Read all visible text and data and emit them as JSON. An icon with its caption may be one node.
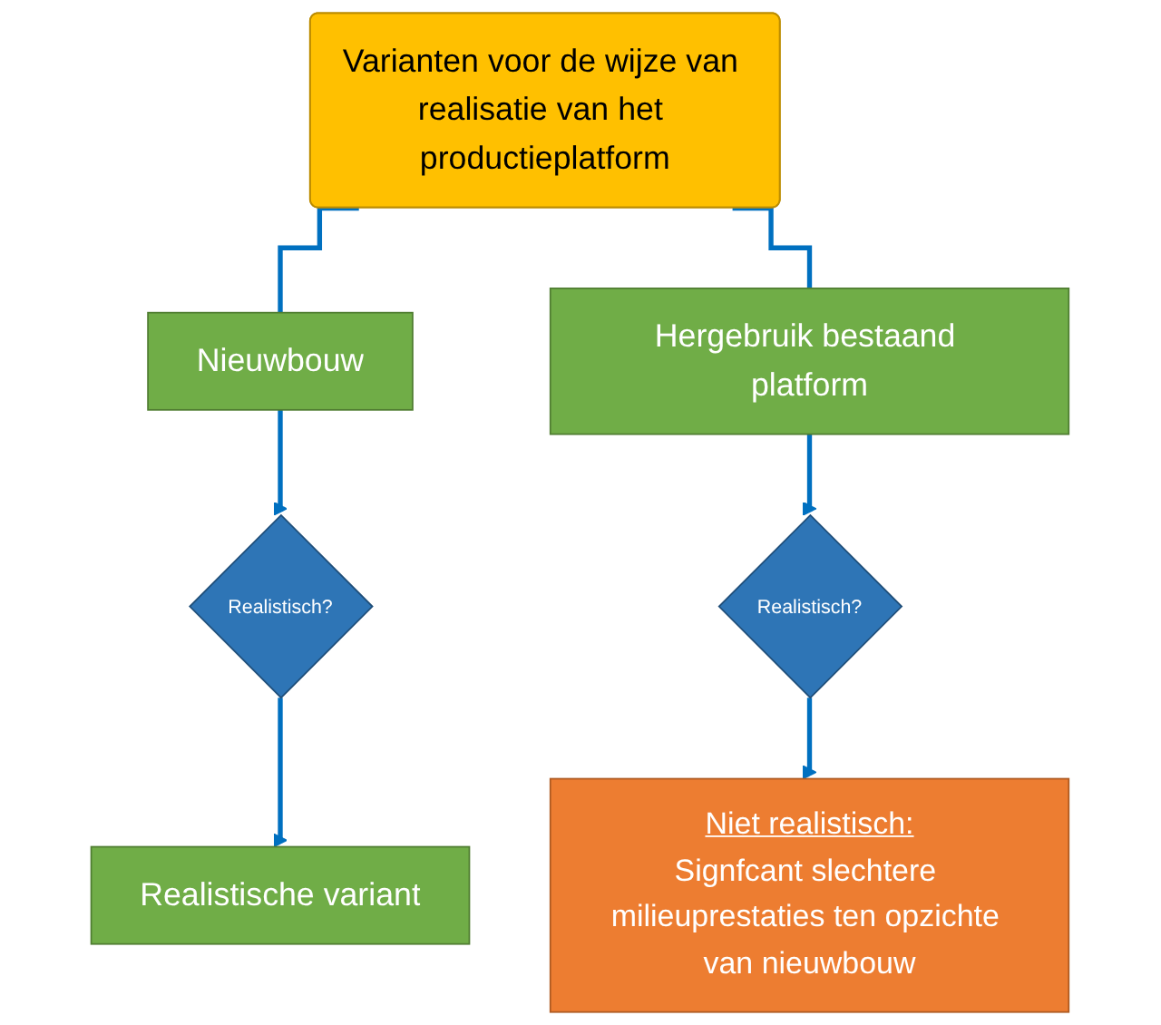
{
  "diagram": {
    "nodes": [
      {
        "text": [
          "Varianten voor de wijze van realisatie van het productieplatform"
        ]
      },
      {
        "text": [
          "Nieuwbouw"
        ]
      },
      {
        "text": [
          "Hergebruik bestaand platform"
        ]
      },
      {
        "text": [
          "Realistisch?"
        ]
      },
      {
        "text": [
          "Realistisch?"
        ]
      },
      {
        "text": [
          "Realistische variant"
        ]
      },
      {
        "text": [
          "Niet realistisch:",
          "Signfcant slechtere milieuprestaties ten opzichte van nieuwbouw"
        ]
      }
    ],
    "edges": [
      {
        "from": 0,
        "to": 1,
        "arrow": "none"
      },
      {
        "from": 0,
        "to": 2,
        "arrow": "none"
      },
      {
        "from": 1,
        "to": 3,
        "arrow": "to"
      },
      {
        "from": 2,
        "to": 4,
        "arrow": "to"
      },
      {
        "from": 3,
        "to": 5,
        "arrow": "to"
      },
      {
        "from": 4,
        "to": 6,
        "arrow": "to"
      }
    ]
  }
}
